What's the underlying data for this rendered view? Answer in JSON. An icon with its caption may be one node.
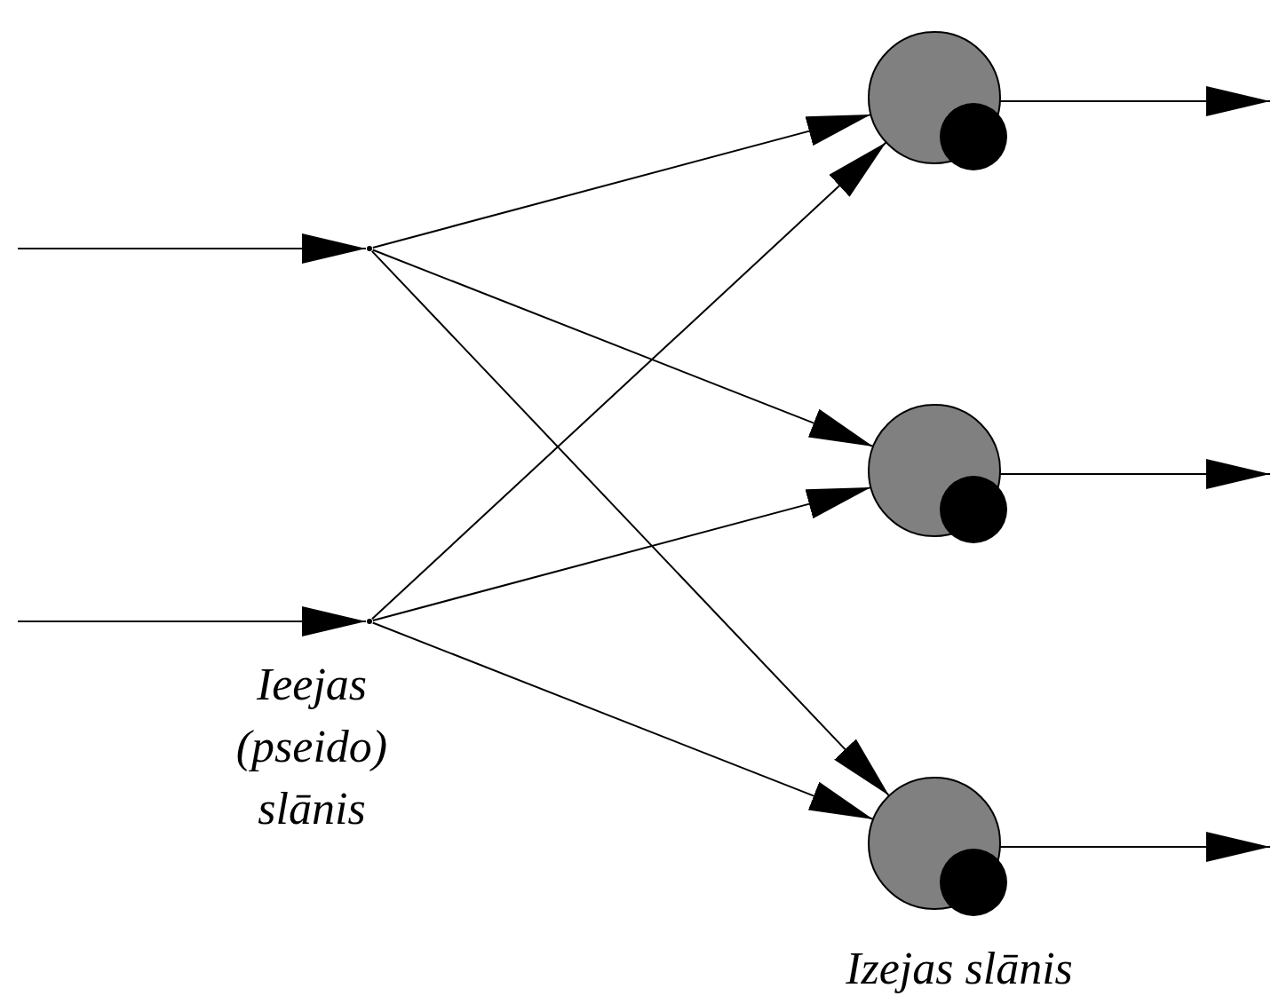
{
  "diagram": {
    "nodes": [
      {
        "text": [],
        "shape": "point"
      },
      {
        "text": [],
        "shape": "point"
      },
      {
        "text": [],
        "shape": "circle"
      },
      {
        "text": [],
        "shape": "circle"
      },
      {
        "text": [],
        "shape": "circle"
      }
    ],
    "edges": [
      {
        "from": null,
        "to": 0,
        "arrow": "to"
      },
      {
        "from": null,
        "to": 1,
        "arrow": "to"
      },
      {
        "from": 0,
        "to": 2,
        "arrow": "to"
      },
      {
        "from": 0,
        "to": 3,
        "arrow": "to"
      },
      {
        "from": 0,
        "to": 4,
        "arrow": "to"
      },
      {
        "from": 1,
        "to": 2,
        "arrow": "to"
      },
      {
        "from": 1,
        "to": 3,
        "arrow": "to"
      },
      {
        "from": 1,
        "to": 4,
        "arrow": "to"
      },
      {
        "from": 2,
        "to": null,
        "arrow": "to"
      },
      {
        "from": 3,
        "to": null,
        "arrow": "to"
      },
      {
        "from": 4,
        "to": null,
        "arrow": "to"
      }
    ],
    "labels": [
      "Ieejas (pseido) slānis",
      "Izejas slānis"
    ]
  }
}
